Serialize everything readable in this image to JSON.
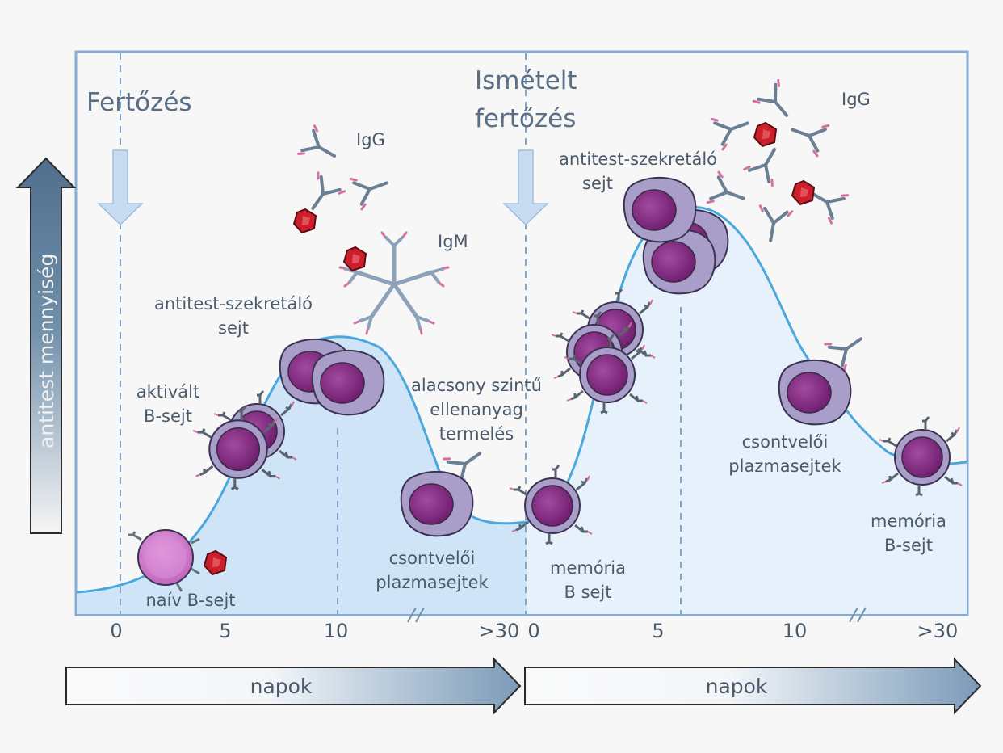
{
  "yaxis": {
    "label": "antitest mennyiség"
  },
  "primary": {
    "title": "Fertőzés",
    "ticks": [
      "0",
      "5",
      "10",
      ">30"
    ],
    "arrow_label": "napok",
    "labels": {
      "igg": "IgG",
      "igm": "IgM",
      "secreting_l1": "antitest-szekretáló",
      "secreting_l2": "sejt",
      "activated_l1": "aktivált",
      "activated_l2": "B-sejt",
      "naive": "naív B-sejt",
      "lowlevel_l1": "alacsony szintű",
      "lowlevel_l2": "ellenanyag",
      "lowlevel_l3": "termelés",
      "plasma_l1": "csontvelői",
      "plasma_l2": "plazmasejtek"
    }
  },
  "secondary": {
    "title_l1": "Ismételt",
    "title_l2": "fertőzés",
    "ticks": [
      "0",
      "5",
      "10",
      ">30"
    ],
    "arrow_label": "napok",
    "labels": {
      "igg": "IgG",
      "secreting_l1": "antitest-szekretáló",
      "secreting_l2": "sejt",
      "memory_l1": "memória",
      "memory_l2": "B  sejt",
      "plasma_l1": "csontvelői",
      "plasma_l2": "plazmasejtek",
      "memory2_l1": "memória",
      "memory2_l2": "B-sejt"
    }
  },
  "colors": {
    "frame": "#86acd3",
    "curve": "#4aa8dc",
    "fill_primary": "#cfe5f7",
    "fill_secondary": "#e6f1fb",
    "cell_body": "#a79cc8",
    "nucleus": "#8a2f88",
    "antigen": "#cc1f2b",
    "antibody": "#6a7f94"
  }
}
